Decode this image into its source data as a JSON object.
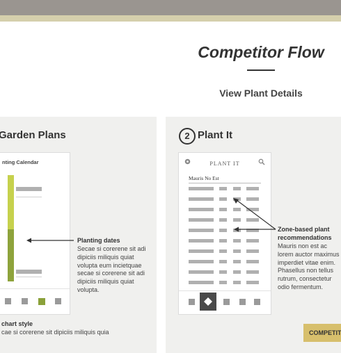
{
  "header": {
    "title": "Competitor Flow",
    "subtitle": "View Plant Details"
  },
  "left_panel": {
    "title": "Garden Plans",
    "calendar_title": "nting Calendar",
    "note_title": "Planting dates",
    "note_body": "Secae si corerene sit adi dipiciis miliquis quiat volupta eum incietquae secae si corerene sit adi dipiciis miliquis quiat volupta.",
    "bottom_title": "chart style",
    "bottom_body": "cae si corerene sit dipiciis miliquis quia"
  },
  "right_panel": {
    "step_number": "2",
    "title": "Plant It",
    "phone_title": "PLANT IT",
    "phone_subheader": "Mauris No Est",
    "note_title": "Zone-based plant recommendations",
    "note_body": "Mauris non est ac lorem auctor maximus imperdiet vitae enim. Phasellus non tellus rutrum, consectetur odio fermentum."
  },
  "icons": {
    "phone_left": "settings-icon",
    "phone_right": "search-icon",
    "nav_selected": "diamond-icon"
  },
  "buttons": {
    "competitor": "COMPETIT"
  },
  "colors": {
    "header_band": "#9a9590",
    "accent_band": "#d5cfac",
    "bar_light_green": "#c6d14d",
    "bar_dark_green": "#8ea33c",
    "nav_active_green": "#8aa13a",
    "competitor_button": "#d7bf6c"
  }
}
